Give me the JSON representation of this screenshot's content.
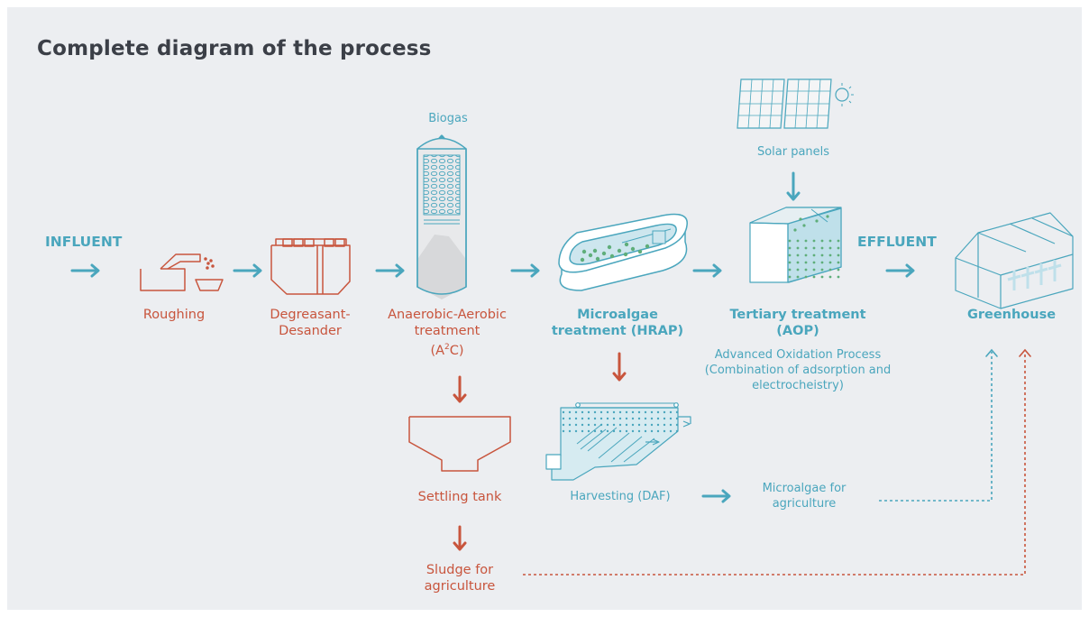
{
  "title": "Complete diagram of the process",
  "labels": {
    "influent": "INFLUENT",
    "effluent": "EFFLUENT",
    "roughing": "Roughing",
    "degreasant_1": "Degreasant-",
    "degreasant_2": "Desander",
    "anaerobic_1": "Anaerobic-Aerobic",
    "anaerobic_2": "treatment",
    "anaerobic_3_a": "(A",
    "anaerobic_3_sup": "2",
    "anaerobic_3_b": "C)",
    "biogas": "Biogas",
    "microalgae_1": "Microalgae",
    "microalgae_2": "treatment (HRAP)",
    "tertiary_1": "Tertiary treatment",
    "tertiary_2": "(AOP)",
    "aop_1": "Advanced Oxidation Process",
    "aop_2": "(Combination of adsorption and",
    "aop_3": "electrocheistry)",
    "solar": "Solar panels",
    "greenhouse": "Greenhouse",
    "settling": "Settling tank",
    "sludge_1": "Sludge for",
    "sludge_2": "agriculture",
    "harvesting": "Harvesting (DAF)",
    "microalgae_agri_1": "Microalgae for",
    "microalgae_agri_2": "agriculture"
  },
  "colors": {
    "background": "#eceef1",
    "title": "#3b3f47",
    "red": "#c8553d",
    "blue": "#4aa6bd",
    "blue_fill": "#bfe0ea",
    "green_dot": "#5fae7a",
    "grey_fill": "#d7d8da"
  }
}
